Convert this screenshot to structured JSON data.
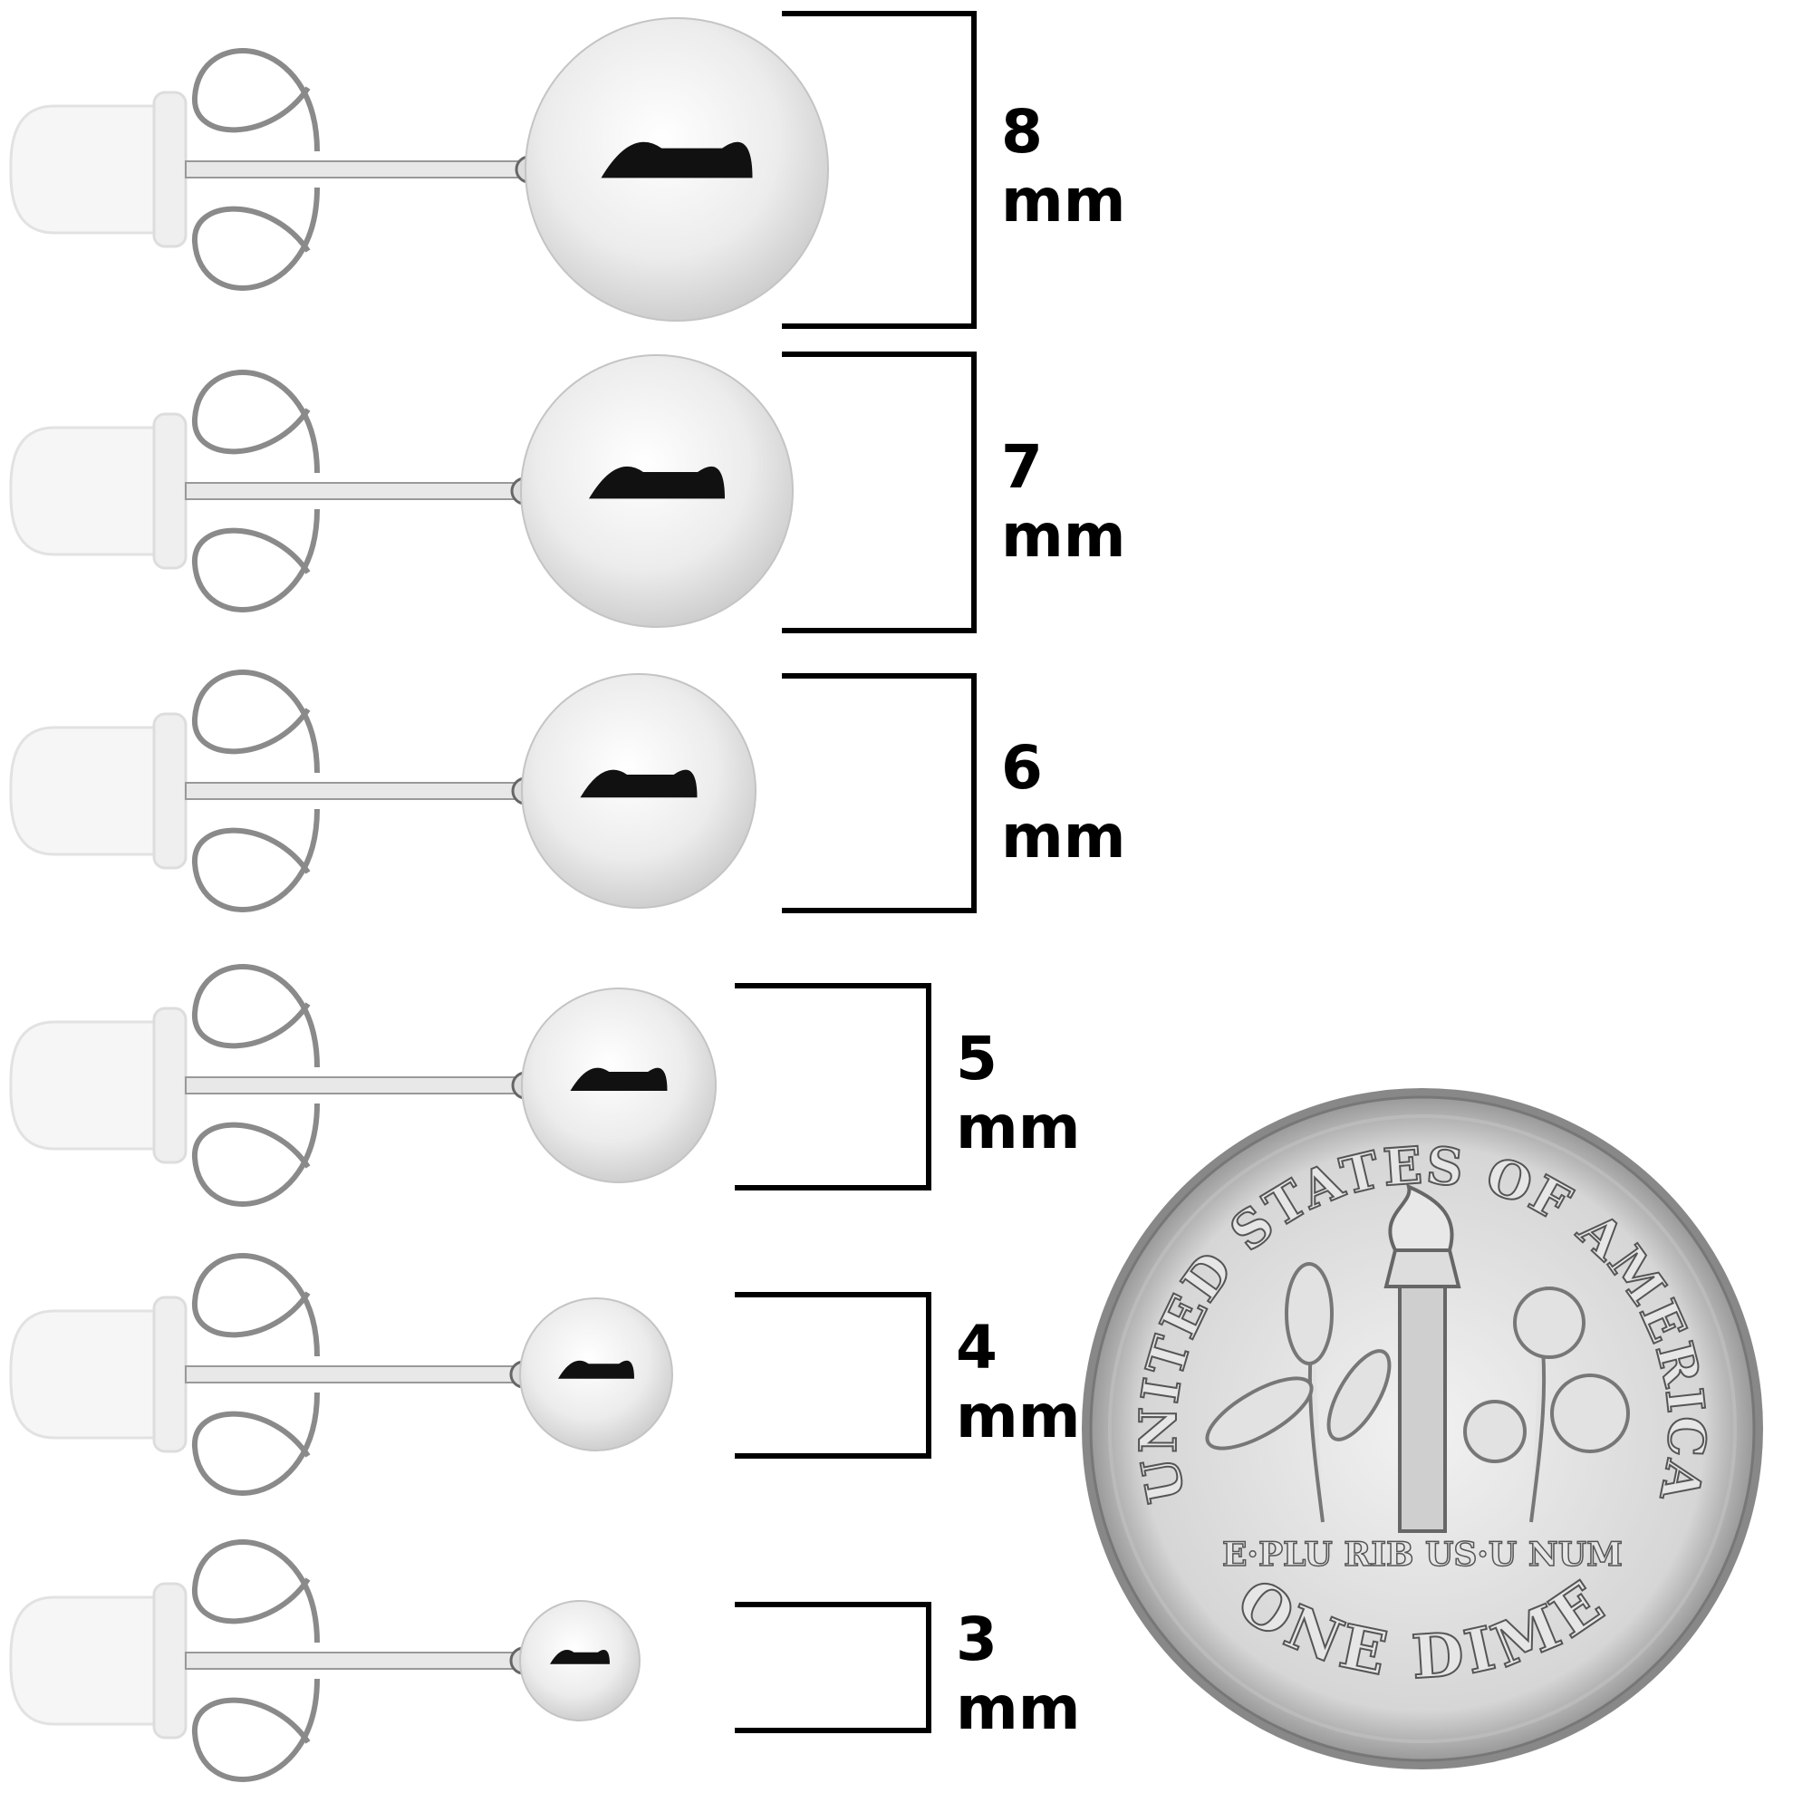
{
  "sizes": [
    {
      "value": "8",
      "unit": "mm",
      "mm": 8
    },
    {
      "value": "7",
      "unit": "mm",
      "mm": 7
    },
    {
      "value": "6",
      "unit": "mm",
      "mm": 6
    },
    {
      "value": "5",
      "unit": "mm",
      "mm": 5
    },
    {
      "value": "4",
      "unit": "mm",
      "mm": 4
    },
    {
      "value": "3",
      "unit": "mm",
      "mm": 3
    }
  ],
  "coin": {
    "top_text": "UNITED STATES OF AMERICA",
    "motto": "E·PLU RIB US·U NUM",
    "bottom_text": "ONE DIME"
  },
  "colors": {
    "bracket": "#000000",
    "metal": "#d9d9d9",
    "background": "#ffffff"
  }
}
